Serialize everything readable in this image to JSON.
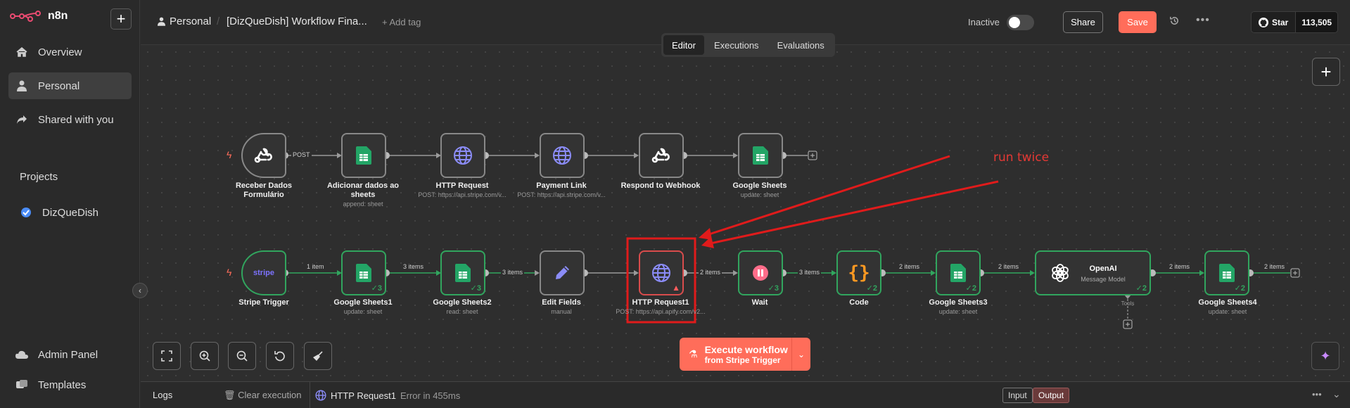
{
  "app": {
    "name": "n8n"
  },
  "sidebar": {
    "items": [
      {
        "label": "Overview",
        "icon": "home-icon"
      },
      {
        "label": "Personal",
        "icon": "user-icon"
      },
      {
        "label": "Shared with you",
        "icon": "share-icon"
      }
    ],
    "projects_label": "Projects",
    "projects": [
      {
        "label": "DizQueDish",
        "icon": "project-icon"
      }
    ],
    "bottom": [
      {
        "label": "Admin Panel",
        "icon": "cloud-icon"
      },
      {
        "label": "Templates",
        "icon": "templates-icon"
      }
    ]
  },
  "header": {
    "owner": "Personal",
    "workflow_name": "[DizQueDish] Workflow Fina...",
    "add_tag": "+ Add tag",
    "status_label": "Inactive",
    "share": "Share",
    "save": "Save",
    "github": {
      "star": "Star",
      "count": "113,505"
    }
  },
  "canvas": {
    "tabs": [
      "Editor",
      "Executions",
      "Evaluations"
    ],
    "active_tab": "Editor",
    "annotation": "run twice",
    "execute": {
      "line1": "Execute workflow",
      "line2": "from Stripe Trigger"
    },
    "nodes_row1": [
      {
        "name": "Receber Dados",
        "name2": "Formulário",
        "sub": ""
      },
      {
        "name": "Adicionar dados ao",
        "name2": "sheets",
        "sub": "append: sheet"
      },
      {
        "name": "HTTP Request",
        "name2": "",
        "sub": "POST: https://api.stripe.com/v..."
      },
      {
        "name": "Payment Link",
        "name2": "",
        "sub": "POST: https://api.stripe.com/v..."
      },
      {
        "name": "Respond to Webhook",
        "name2": "",
        "sub": ""
      },
      {
        "name": "Google Sheets",
        "name2": "",
        "sub": "update: sheet"
      }
    ],
    "row1_edge_label": "POST",
    "nodes_row2": [
      {
        "name": "Stripe Trigger",
        "sub": "",
        "icon_text": "stripe"
      },
      {
        "name": "Google Sheets1",
        "sub": "update: sheet",
        "count": "3"
      },
      {
        "name": "Google Sheets2",
        "sub": "read: sheet",
        "count": "3"
      },
      {
        "name": "Edit Fields",
        "sub": "manual"
      },
      {
        "name": "HTTP Request1",
        "sub": "POST: https://api.apify.com/v2..."
      },
      {
        "name": "Wait",
        "sub": "",
        "count": "3"
      },
      {
        "name": "Code",
        "sub": "",
        "count": "2"
      },
      {
        "name": "Google Sheets3",
        "sub": "update: sheet",
        "count": "2"
      },
      {
        "name": "OpenAI",
        "sub": "Message Model",
        "count": "2",
        "tools_label": "Tools"
      },
      {
        "name": "Google Sheets4",
        "sub": "update: sheet",
        "count": "2"
      }
    ],
    "row2_edge_labels": [
      "1 item",
      "3 items",
      "3 items",
      "2 items",
      "3 items",
      "2 items",
      "2 items",
      "2 items",
      "2 items"
    ]
  },
  "logs": {
    "title": "Logs",
    "clear": "Clear execution",
    "node": "HTTP Request1",
    "status": "Error in 455ms",
    "input": "Input",
    "output": "Output"
  },
  "colors": {
    "accent": "#ff6d5a",
    "success": "#31a55e",
    "error": "#d94c4c",
    "annotation": "#e53935"
  }
}
